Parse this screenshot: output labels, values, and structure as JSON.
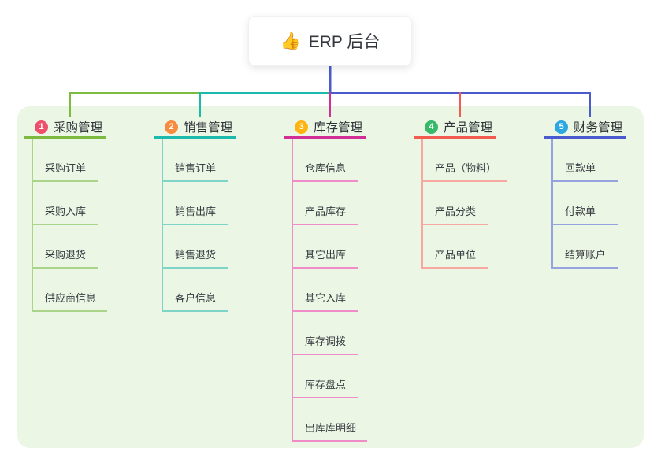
{
  "root": {
    "emoji": "👍",
    "label": "ERP 后台"
  },
  "colors": {
    "page_bg": "#ffffff",
    "panel_bg": "#ebf6e5",
    "root_stem": "#4a5bd0",
    "topic_text": "#2f3237",
    "child_text": "#3a3d42"
  },
  "branches": [
    {
      "index": "1",
      "label": "采购管理",
      "badge_color": "#f04f6b",
      "line_color": "#7dbb40",
      "child_line_color": "#a9d489",
      "children": [
        "采购订单",
        "采购入库",
        "采购退货",
        "供应商信息"
      ]
    },
    {
      "index": "2",
      "label": "销售管理",
      "badge_color": "#f98b3e",
      "line_color": "#1cb9ad",
      "child_line_color": "#7fd4c8",
      "children": [
        "销售订单",
        "销售出库",
        "销售退货",
        "客户信息"
      ]
    },
    {
      "index": "3",
      "label": "库存管理",
      "badge_color": "#ffb30e",
      "line_color": "#d12e96",
      "child_line_color": "#f08cc8",
      "children": [
        "仓库信息",
        "产品库存",
        "其它出库",
        "其它入库",
        "库存调拨",
        "库存盘点",
        "出库库明细"
      ]
    },
    {
      "index": "4",
      "label": "产品管理",
      "badge_color": "#36b968",
      "line_color": "#f25b50",
      "child_line_color": "#f7a8a0",
      "children": [
        "产品（物料）",
        "产品分类",
        "产品单位"
      ]
    },
    {
      "index": "5",
      "label": "财务管理",
      "badge_color": "#2da7e1",
      "line_color": "#4a5bd0",
      "child_line_color": "#97a3df",
      "children": [
        "回款单",
        "付款单",
        "结算账户"
      ]
    }
  ]
}
